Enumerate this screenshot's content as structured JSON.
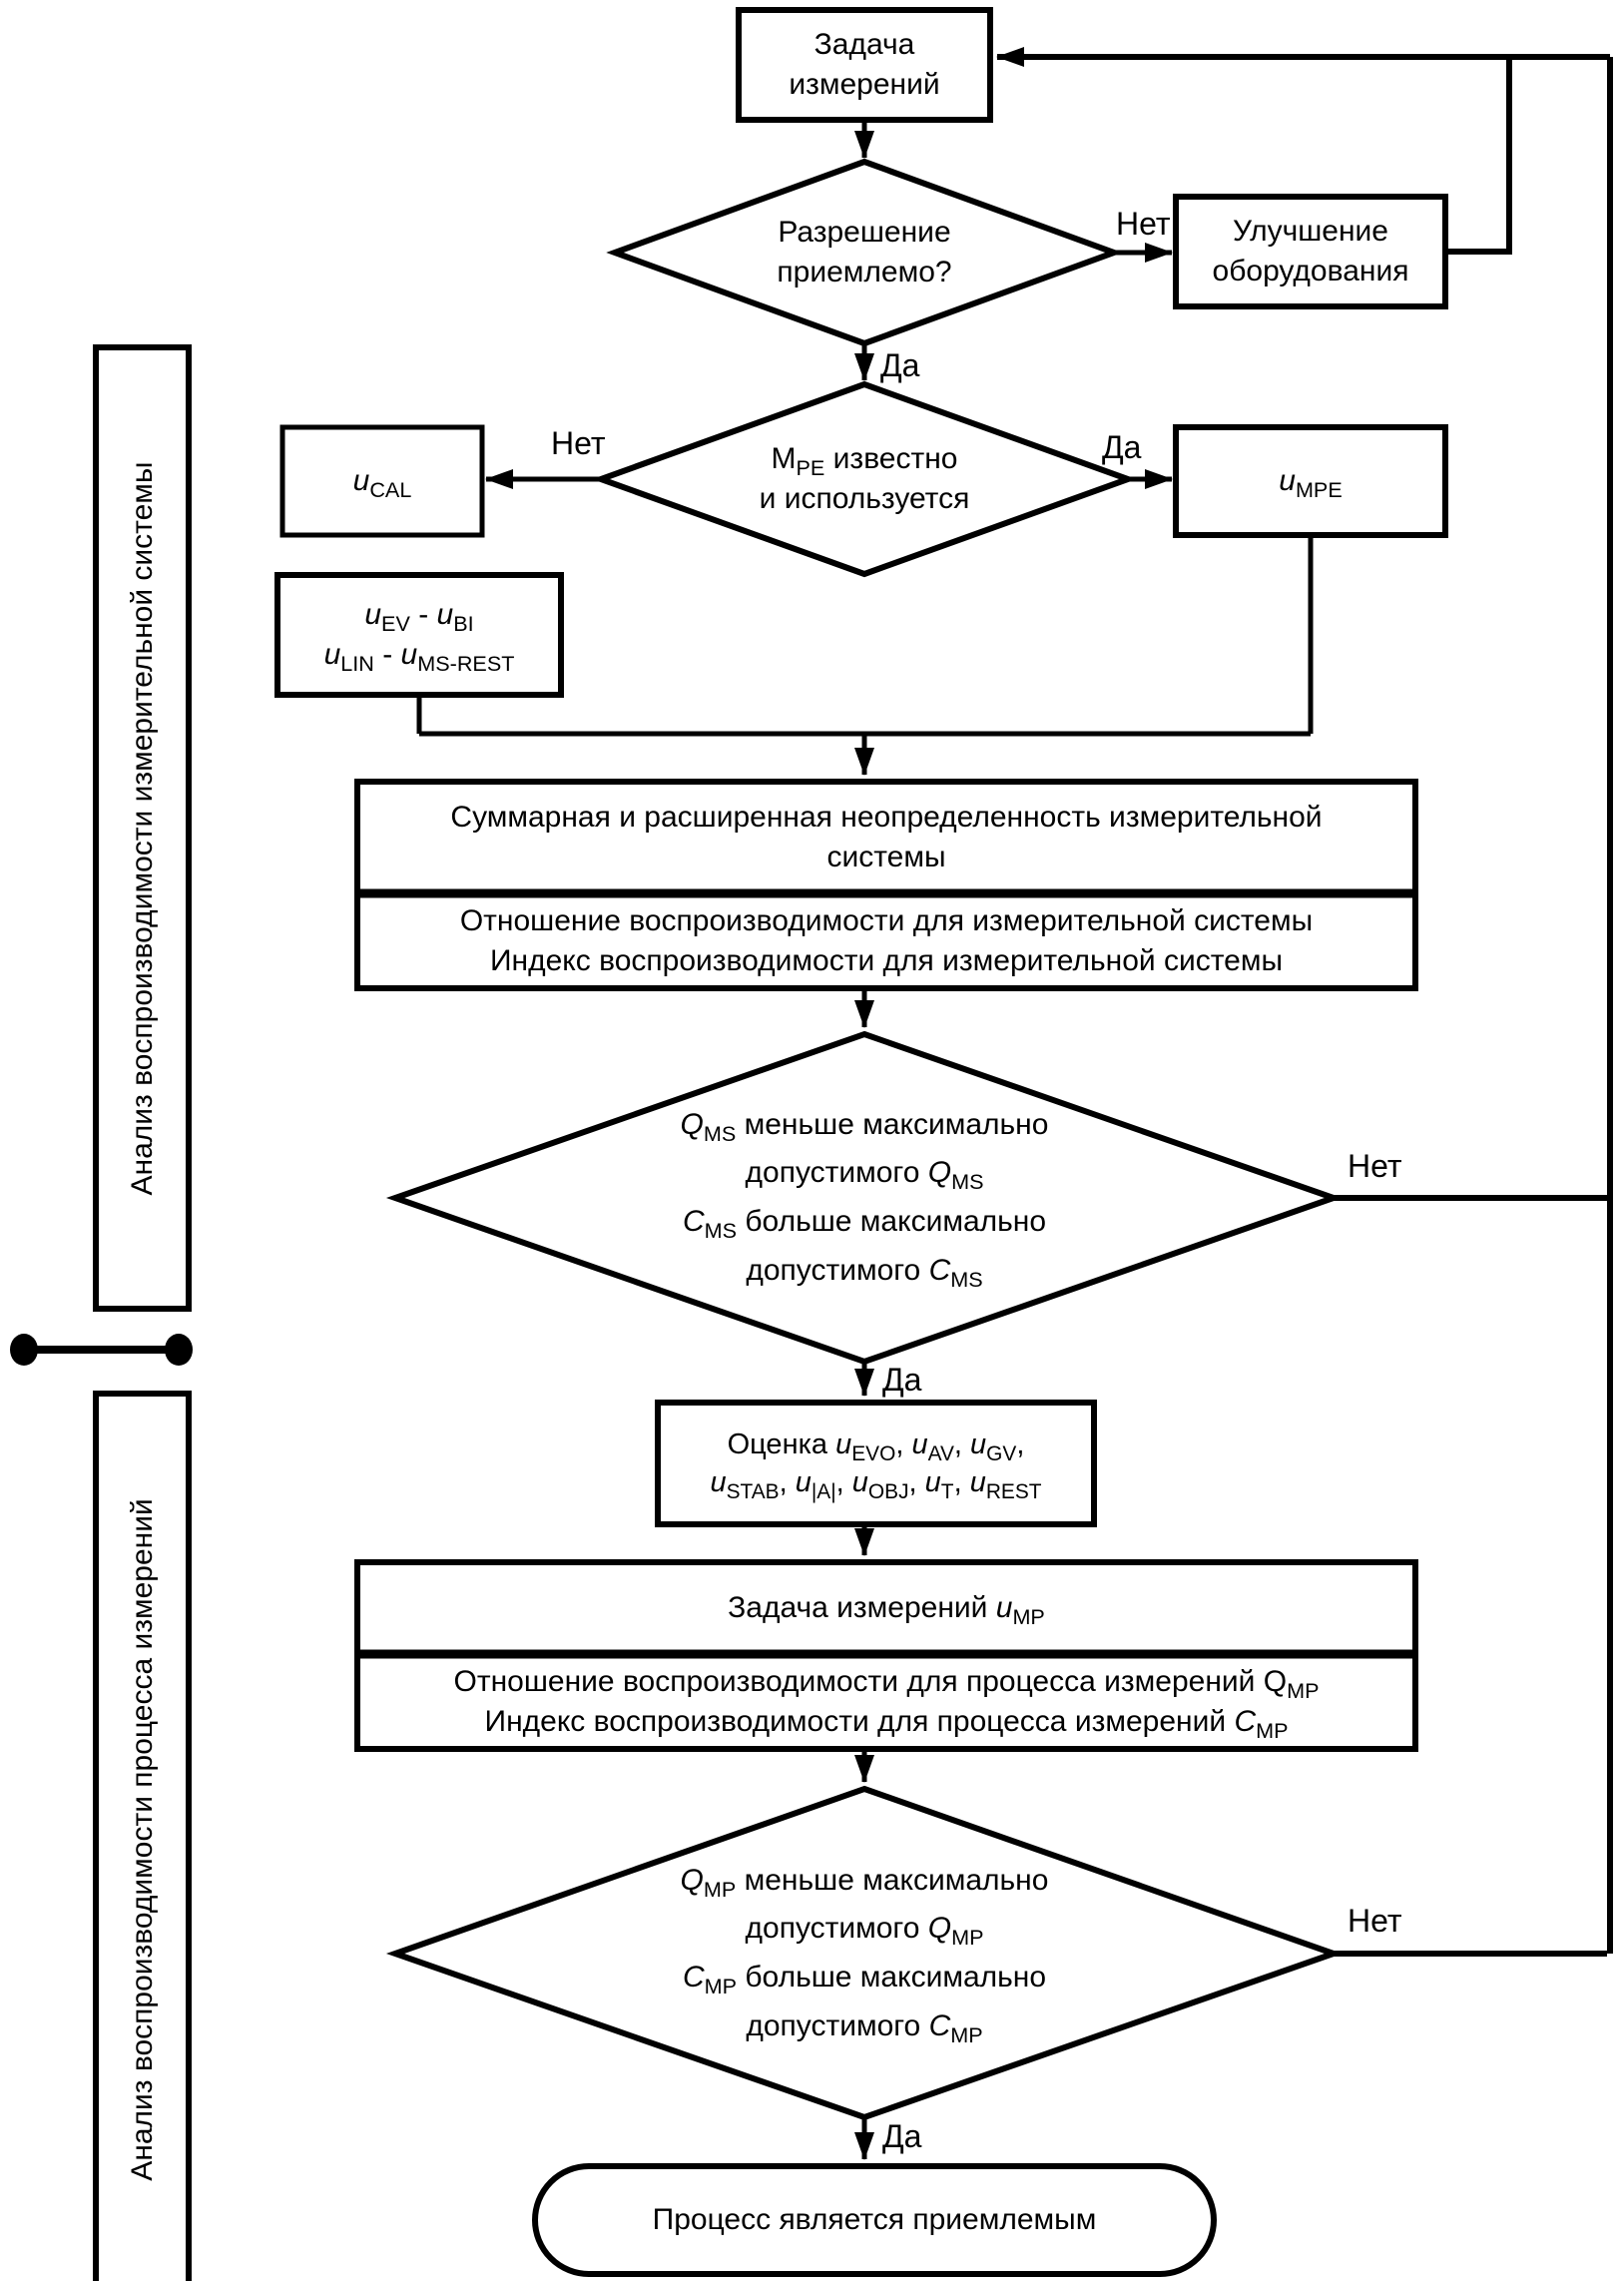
{
  "edge_labels": {
    "yes": "Да",
    "no": "Нет"
  },
  "side_sections": {
    "measuring_system": "Анализ воспроизводимости измерительной системы",
    "measurement_process": "Анализ воспроизводимости процесса измерений"
  },
  "nodes": {
    "start": {
      "line1": "Задача",
      "line2": "измерений"
    },
    "resolution_decision": {
      "line1": "Разрешение",
      "line2": "приемлемо?"
    },
    "improve_equipment": {
      "line1": "Улучшение",
      "line2": "оборудования"
    },
    "mpe_decision": {
      "line1": "M_{PE} известно",
      "line2": "и используется"
    },
    "u_cal": {
      "line1": "*u*_{CAL}"
    },
    "u_mpe": {
      "line1": "*u*_{MPE}"
    },
    "u_components": {
      "line1": "*u*_{EV} - *u*_{BI}",
      "line2": "*u*_{LIN} - *u*_{MS-REST}"
    },
    "ms_uncertainty": {
      "line1": "Суммарная и расширенная неопределенность измерительной",
      "line2": "системы"
    },
    "ms_ratios": {
      "line1": "Отношение воспроизводимости для измерительной системы",
      "line2": "Индекс воспроизводимости для измерительной системы"
    },
    "qms_decision": {
      "line1": "*Q*_{MS} меньше максимально",
      "line2": "допустимого *Q*_{MS}",
      "line3": "*C*_{MS} больше максимально",
      "line4": "допустимого *C*_{MS}"
    },
    "estimate": {
      "line1": "Оценка  *u*_{EVO},  *u*_{AV},  *u*_{GV},",
      "line2": "*u*_{STAB},  *u*_{|A|},  *u*_{OBJ},  *u*_{T},  *u*_{REST}"
    },
    "mp_task": {
      "line1": "Задача измерений *u*_{MP}"
    },
    "mp_ratios": {
      "line1": "Отношение воспроизводимости для процесса измерений Q_{MP}",
      "line2": "Индекс воспроизводимости для процесса измерений *C*_{MP}"
    },
    "qmp_decision": {
      "line1": "*Q*_{MP} меньше максимально",
      "line2": "допустимого *Q*_{MP}",
      "line3": "*C*_{MP} больше максимально",
      "line4": "допустимого *C*_{MP}"
    },
    "process_acceptable": {
      "line1": "Процесс является приемлемым"
    }
  },
  "colors": {
    "line": "#000000",
    "background": "#ffffff"
  }
}
